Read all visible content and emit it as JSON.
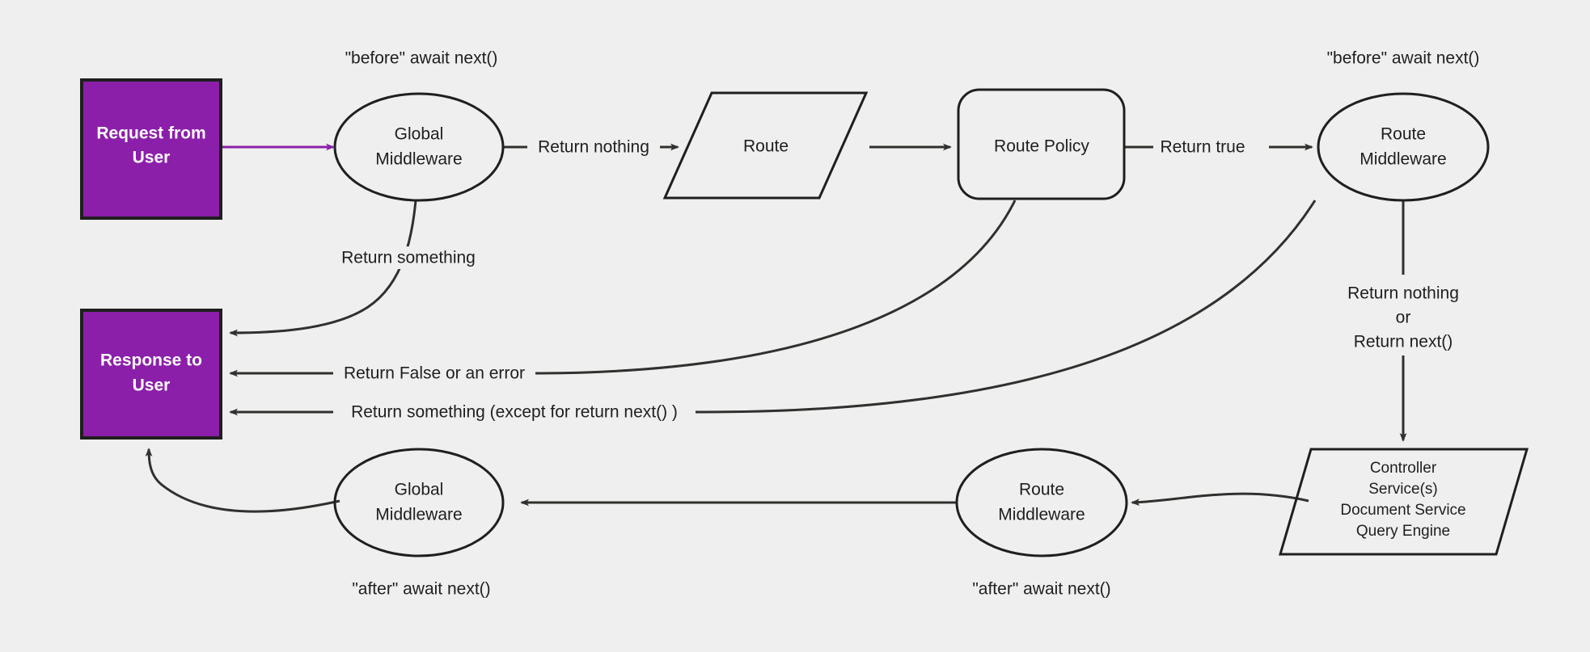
{
  "diagram": {
    "background_color": "#efefef",
    "accent_color": "#8B1FA9",
    "stroke_color": "#1f1f1f",
    "nodes": {
      "request": {
        "line1": "Request from",
        "line2": "User"
      },
      "global_mw_before": {
        "line1": "Global",
        "line2": "Middleware"
      },
      "route": {
        "label": "Route"
      },
      "route_policy": {
        "label": "Route Policy"
      },
      "route_mw_before": {
        "line1": "Route",
        "line2": "Middleware"
      },
      "response": {
        "line1": "Response to",
        "line2": "User"
      },
      "controller": {
        "line1": "Controller",
        "line2": "Service(s)",
        "line3": "Document Service",
        "line4": "Query Engine"
      },
      "route_mw_after": {
        "line1": "Route",
        "line2": "Middleware"
      },
      "global_mw_after": {
        "line1": "Global",
        "line2": "Middleware"
      }
    },
    "annotations": {
      "before_global": "\"before\" await next()",
      "before_route_mw": "\"before\" await next()",
      "after_global": "\"after\" await next()",
      "after_route_mw": "\"after\" await next()"
    },
    "edge_labels": {
      "return_nothing": "Return nothing",
      "return_true": "Return true",
      "return_something": "Return something",
      "return_false_or_error": "Return False or an error",
      "return_something_except": "Return something (except for return next() )",
      "return_nothing_or_next_l1": "Return nothing",
      "return_nothing_or_next_l2": "or",
      "return_nothing_or_next_l3": "Return next()"
    }
  }
}
